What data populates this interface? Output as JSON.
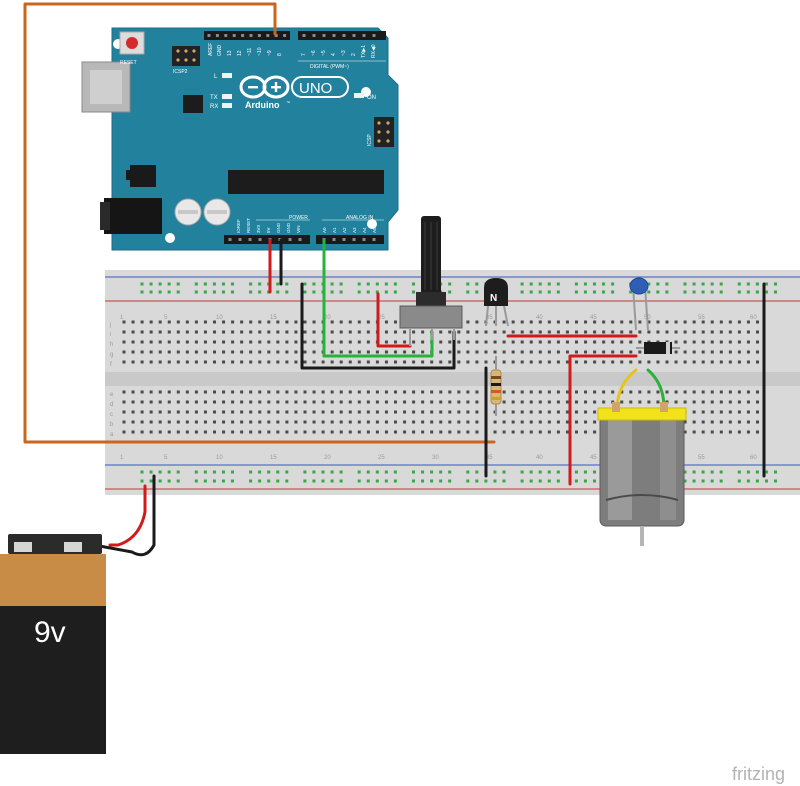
{
  "arduino": {
    "reset_label": "RESET",
    "icsp2_label": "ICSP2",
    "icsp_label": "ICSP",
    "aref_label": "AREF",
    "gnd_top_label": "GND",
    "digital_label": "DIGITAL (PWM~)",
    "digital_pins_left": [
      "13",
      "12",
      "~11",
      "~10",
      "~9",
      "8"
    ],
    "digital_pins_right": [
      "7",
      "~6",
      "~5",
      "4",
      "~3",
      "2",
      "TX▶1",
      "RX◀0"
    ],
    "led_l": "L",
    "led_tx": "TX",
    "led_rx": "RX",
    "led_on": "ON",
    "brand": "Arduino",
    "trademark": "™",
    "model": "UNO",
    "power_label": "POWER",
    "analog_label": "ANALOG IN",
    "power_pins": [
      "IOREF",
      "RESET",
      "3V3",
      "5V",
      "GND",
      "GND",
      "VIN"
    ],
    "analog_pins": [
      "A0",
      "A1",
      "A2",
      "A3",
      "A4",
      "A5"
    ],
    "board_color": "#22819c"
  },
  "breadboard": {
    "column_numbers": [
      "1",
      "5",
      "10",
      "15",
      "20",
      "25",
      "30",
      "35",
      "40",
      "45",
      "50",
      "55",
      "60"
    ],
    "row_letters_top": [
      "j",
      "i",
      "h",
      "g",
      "f"
    ],
    "row_letters_bottom": [
      "e",
      "d",
      "c",
      "b",
      "a"
    ]
  },
  "transistor": {
    "label": "N"
  },
  "battery": {
    "label": "9v"
  },
  "watermark": {
    "text": "fritzing"
  },
  "wire_colors": {
    "orange": "#c8661e",
    "red": "#d11a1a",
    "black": "#1a1a1a",
    "green": "#27b33a",
    "yellow": "#e8c31a"
  }
}
